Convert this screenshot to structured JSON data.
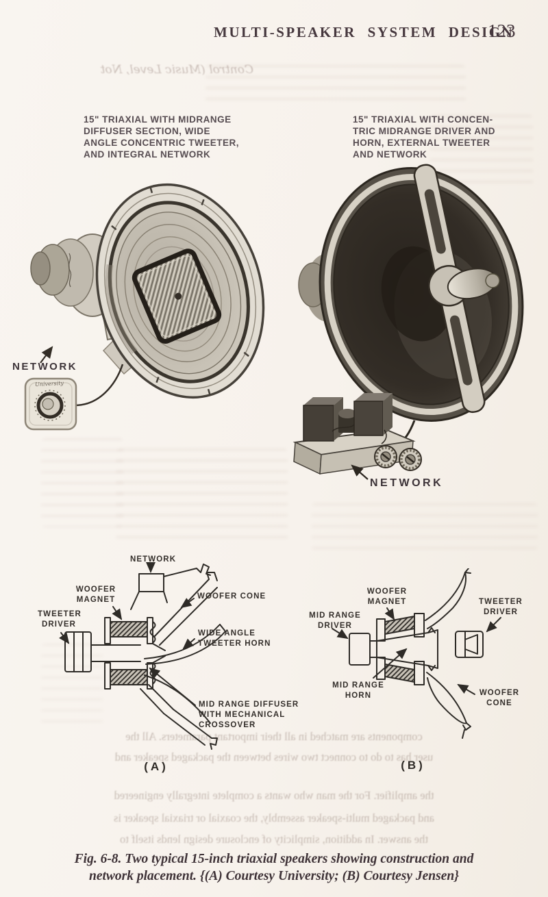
{
  "header": {
    "title": "MULTI-SPEAKER SYSTEM DESIGN",
    "page_number": "123"
  },
  "photos": {
    "left": {
      "caption": "15\" TRIAXIAL WITH MIDRANGE\nDIFFUSER SECTION, WIDE\nANGLE CONCENTRIC TWEETER,\nAND INTEGRAL NETWORK",
      "network_label": "NETWORK",
      "brand_script": "University"
    },
    "right": {
      "caption": "15\" TRIAXIAL WITH CONCEN-\nTRIC MIDRANGE DRIVER AND\nHORN, EXTERNAL TWEETER\nAND NETWORK",
      "network_label": "NETWORK"
    }
  },
  "diagram_a": {
    "labels": {
      "network": "NETWORK",
      "woofer_magnet": "WOOFER\nMAGNET",
      "tweeter_driver": "TWEETER\nDRIVER",
      "woofer_cone": "WOOFER CONE",
      "wide_angle_tweeter_horn": "WIDE ANGLE\nTWEETER HORN",
      "midrange_diffuser": "MID RANGE DIFFUSER\nWITH MECHANICAL\nCROSSOVER",
      "panel": "(A)"
    }
  },
  "diagram_b": {
    "labels": {
      "woofer_magnet": "WOOFER\nMAGNET",
      "midrange_driver": "MID RANGE\nDRIVER",
      "tweeter_driver": "TWEETER\nDRIVER",
      "midrange_horn": "MID RANGE\nHORN",
      "woofer_cone": "WOOFER\nCONE",
      "panel": "(B)"
    }
  },
  "figure_caption": {
    "line1": "Fig. 6-8.  Two typical 15-inch triaxial speakers showing construction and",
    "line2": "network placement. {(A) Courtesy University; (B) Courtesy Jensen}"
  },
  "bleedthrough": {
    "heading_fragment": "Control (Music Level, Not",
    "lines": [
      "components are matched in all their important parameters.  All the",
      "user has to do to connect two wires between the packaged speaker and",
      "the amplifier.  For the man who wants a complete integrally engineered",
      "and packaged multi-speaker assembly, the coaxial or triaxial speaker is",
      "the answer.  In addition, simplicity of enclosure design lends itself to"
    ]
  }
}
